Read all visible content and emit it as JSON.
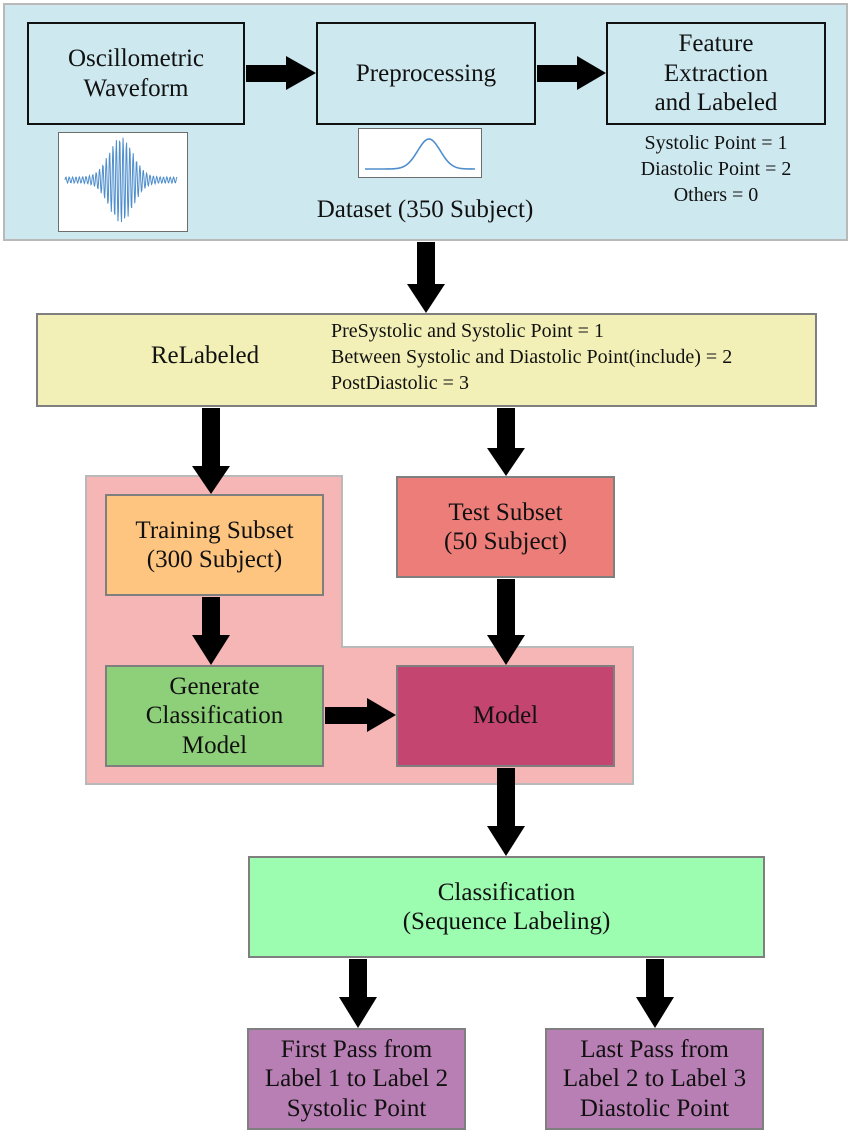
{
  "dataset": {
    "caption": "Dataset (350 Subject)",
    "oscillometric_waveform": [
      "Oscillometric",
      "Waveform"
    ],
    "preprocessing": "Preprocessing",
    "feature_extraction": [
      "Feature",
      "Extraction",
      "and Labeled"
    ],
    "labels": [
      "Systolic Point = 1",
      "Diastolic Point = 2",
      "Others = 0"
    ]
  },
  "relabeled": {
    "title": "ReLabeled",
    "rules": [
      "PreSystolic and Systolic Point = 1",
      "Between Systolic and Diastolic Point(include) = 2",
      "PostDiastolic = 3"
    ]
  },
  "training_subset": [
    "Training Subset",
    "(300 Subject)"
  ],
  "test_subset": [
    "Test Subset",
    "(50 Subject)"
  ],
  "generate_model": [
    "Generate",
    "Classification",
    "Model"
  ],
  "model": "Model",
  "classification": [
    "Classification",
    "(Sequence Labeling)"
  ],
  "first_pass": [
    "First Pass from",
    "Label 1 to Label 2",
    "Systolic Point"
  ],
  "last_pass": [
    "Last Pass from",
    "Label 2 to Label 3",
    "Diastolic Point"
  ],
  "colors": {
    "dataset_bg": "#cde8ee",
    "relabeled_bg": "#f2f0b6",
    "training_region_bg": "#f7b6b6",
    "training_subset_bg": "#fdc580",
    "test_subset_bg": "#ed7d79",
    "generate_model_bg": "#8ed07a",
    "model_bg": "#c4456f",
    "classification_bg": "#9cfcb0",
    "output_bg": "#b87fb4",
    "arrow": "#000000"
  }
}
